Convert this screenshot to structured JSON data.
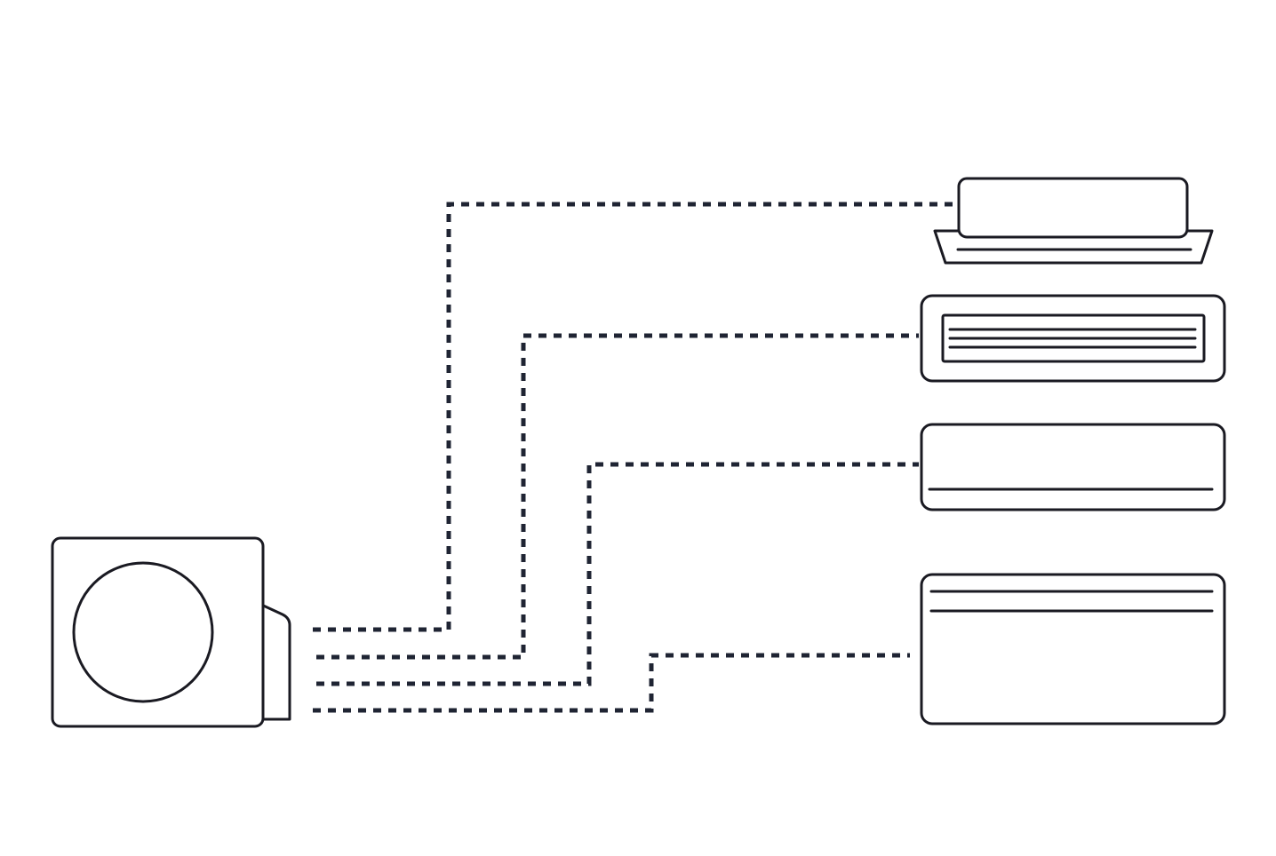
{
  "diagram": {
    "outdoor_unit": {
      "icon": "outdoor-condenser-unit-icon"
    },
    "indoor_units": [
      {
        "icon": "ceiling-cassette-unit-icon"
      },
      {
        "icon": "ducted-unit-icon"
      },
      {
        "icon": "wall-mounted-split-unit-icon"
      },
      {
        "icon": "floor-console-unit-icon"
      }
    ],
    "connections": [
      {
        "from": "outdoor_unit",
        "to": "ceiling-cassette-unit",
        "style": "dotted"
      },
      {
        "from": "outdoor_unit",
        "to": "ducted-unit",
        "style": "dotted"
      },
      {
        "from": "outdoor_unit",
        "to": "wall-mounted-split-unit",
        "style": "dotted"
      },
      {
        "from": "outdoor_unit",
        "to": "floor-console-unit",
        "style": "dotted"
      }
    ],
    "colors": {
      "line": "#1a1a22",
      "background": "#ffffff"
    }
  }
}
